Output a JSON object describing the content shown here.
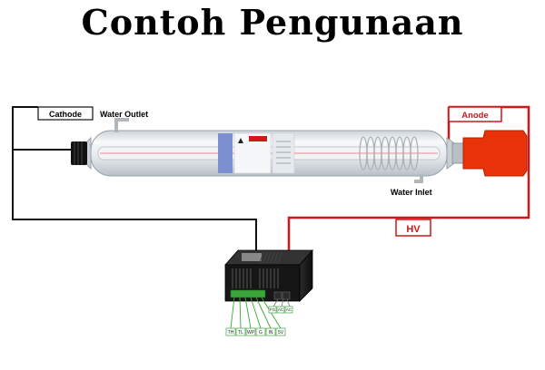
{
  "title": "Contoh Pengunaan",
  "labels": {
    "cathode": "Cathode",
    "water_outlet": "Water Outlet",
    "anode": "Anode",
    "water_inlet": "Water Inlet",
    "hv": "HV"
  },
  "psu_pins_left": [
    "TH",
    "TL",
    "WP",
    "G",
    "IN",
    "5V"
  ],
  "psu_pins_right": [
    "FG",
    "AC",
    "AC"
  ],
  "colors": {
    "wire_black": "#111111",
    "wire_red": "#d01818",
    "anode_cap": "#e8320a",
    "tube_glass": "#e9edf0",
    "psu_body": "#1a1a1a",
    "terminal_green": "#3aa63a"
  },
  "icons": [
    "laser-tube-icon",
    "power-supply-icon",
    "anode-cap-icon",
    "cathode-connector-icon",
    "water-coil-icon"
  ]
}
